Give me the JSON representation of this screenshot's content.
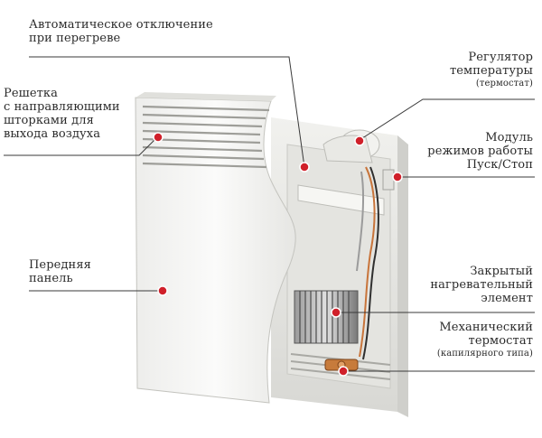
{
  "diagram": {
    "labels": {
      "overheat": [
        "Автоматическое отключение",
        "при перегреве"
      ],
      "grille": [
        "Решетка",
        "с направляющими",
        "шторками для",
        "выхода воздуха"
      ],
      "front_panel": [
        "Передняя",
        "панель"
      ],
      "regulator": [
        "Регулятор",
        "температуры"
      ],
      "regulator_note": "(термостат)",
      "module": [
        "Модуль",
        "режимов работы",
        "Пуск/Стоп"
      ],
      "element": [
        "Закрытый",
        "нагревательный",
        "элемент"
      ],
      "mech_thermostat": [
        "Механический",
        "термостат"
      ],
      "mech_note": "(капилярного типа)"
    },
    "colors": {
      "panel": "#f4f4f2",
      "panel_shadow": "#d9d9d6",
      "interior": "#e9e9e6",
      "marker": "#d0202a",
      "leader": "#3a3a3a",
      "wire": "#c8743a",
      "element_dark": "#6e6e6e"
    }
  }
}
